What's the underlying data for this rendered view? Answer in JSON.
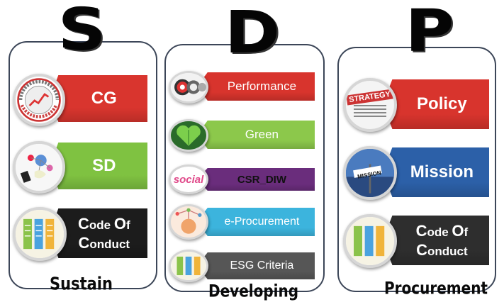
{
  "columns": {
    "sustain": {
      "letter": "S",
      "caption": "Sustain",
      "items": [
        {
          "label": "CG",
          "color": "#d9352e",
          "icon": "anti-corruption-seal-icon",
          "seal_text": "ANTI CORRUPTION · SUSTAINABLE DEVELOPMENT"
        },
        {
          "label": "SD",
          "color": "#7fc241",
          "icon": "network-globe-icon"
        },
        {
          "label_line1_cap1": "C",
          "label_line1_rest1": "ode ",
          "label_line1_cap2": "O",
          "label_line1_rest2": "f",
          "label_line2_cap": "C",
          "label_line2_rest": "onduct",
          "color": "#1c1c1c",
          "icon": "document-columns-icon"
        }
      ]
    },
    "developing": {
      "letter": "D",
      "caption": "Developing",
      "items": [
        {
          "label": "Performance",
          "color": "#d8342d",
          "icon": "target-icon"
        },
        {
          "label": "Green",
          "color": "#8cc84b",
          "icon": "green-heart-leaf-icon"
        },
        {
          "label": "CSR_DIW",
          "color": "#6a2d7c",
          "icon": "social-word-icon",
          "icon_text": "social"
        },
        {
          "label": "e-Procurement",
          "color": "#3cb4dd",
          "icon": "globe-network-icon"
        },
        {
          "label": "ESG Criteria",
          "color": "#565656",
          "icon": "document-columns-icon"
        }
      ]
    },
    "procurement": {
      "letter": "P",
      "caption": "Procurement",
      "items": [
        {
          "label": "Policy",
          "color": "#d8342d",
          "icon": "strategy-word-cloud-icon",
          "icon_text": "STRATEGY"
        },
        {
          "label": "Mission",
          "color": "#2c60a8",
          "icon": "mission-road-sign-icon",
          "icon_text": "MISSION"
        },
        {
          "label_line1_cap1": "C",
          "label_line1_rest1": "ode ",
          "label_line1_cap2": "O",
          "label_line1_rest2": "f",
          "label_line2_cap": "C",
          "label_line2_rest": "onduct",
          "color": "#2e2e2e",
          "icon": "document-columns-icon"
        }
      ]
    }
  }
}
